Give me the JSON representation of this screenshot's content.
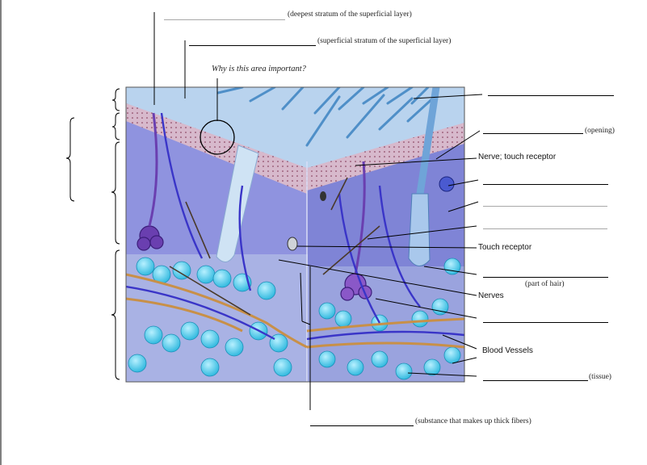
{
  "labels": {
    "deepest_stratum": "(deepest stratum of the superficial layer)",
    "superficial_stratum": "(superficial stratum of the superficial layer)",
    "question": "Why is this area important?",
    "opening": "(opening)",
    "nerve_touch_receptor": "Nerve; touch receptor",
    "touch_receptor": "Touch receptor",
    "part_of_hair": "(part of hair)",
    "nerves": "Nerves",
    "blood_vessels": "Blood Vessels",
    "tissue": "(tissue)",
    "substance": "(substance that makes up thick fibers)"
  },
  "colors": {
    "dermis": "#8f93df",
    "epidermis": "#d7b9cc",
    "surface": "#b9d3ee",
    "fat_cells": "#39c2e6",
    "nerve": "#3a35c8",
    "vessel": "#c89048"
  }
}
